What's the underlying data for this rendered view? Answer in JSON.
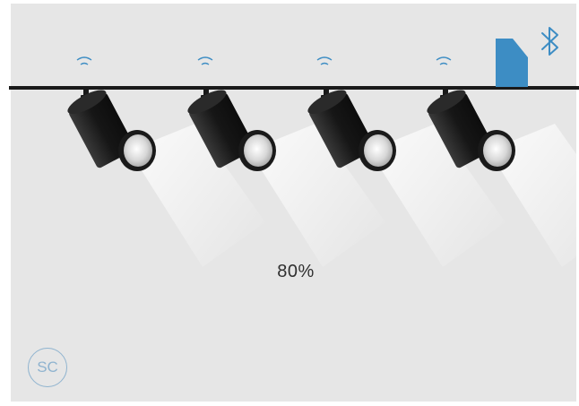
{
  "scene": {
    "brightness_label": "80%",
    "brightness_percent": 80,
    "logo_text": "SC",
    "lights": [
      {
        "icon": "spotlight-icon",
        "signal": "wifi-signal-icon"
      },
      {
        "icon": "spotlight-icon",
        "signal": "wifi-signal-icon"
      },
      {
        "icon": "spotlight-icon",
        "signal": "wifi-signal-icon"
      },
      {
        "icon": "spotlight-icon",
        "signal": "wifi-signal-icon"
      }
    ],
    "status_icons": [
      "device-icon",
      "bluetooth-icon"
    ],
    "colors": {
      "panel": "#e6e6e6",
      "track": "#1a1a1a",
      "fixture": "#1c1c1c",
      "accent_blue": "#3d8dc4",
      "logo": "#8fb3cf"
    }
  }
}
